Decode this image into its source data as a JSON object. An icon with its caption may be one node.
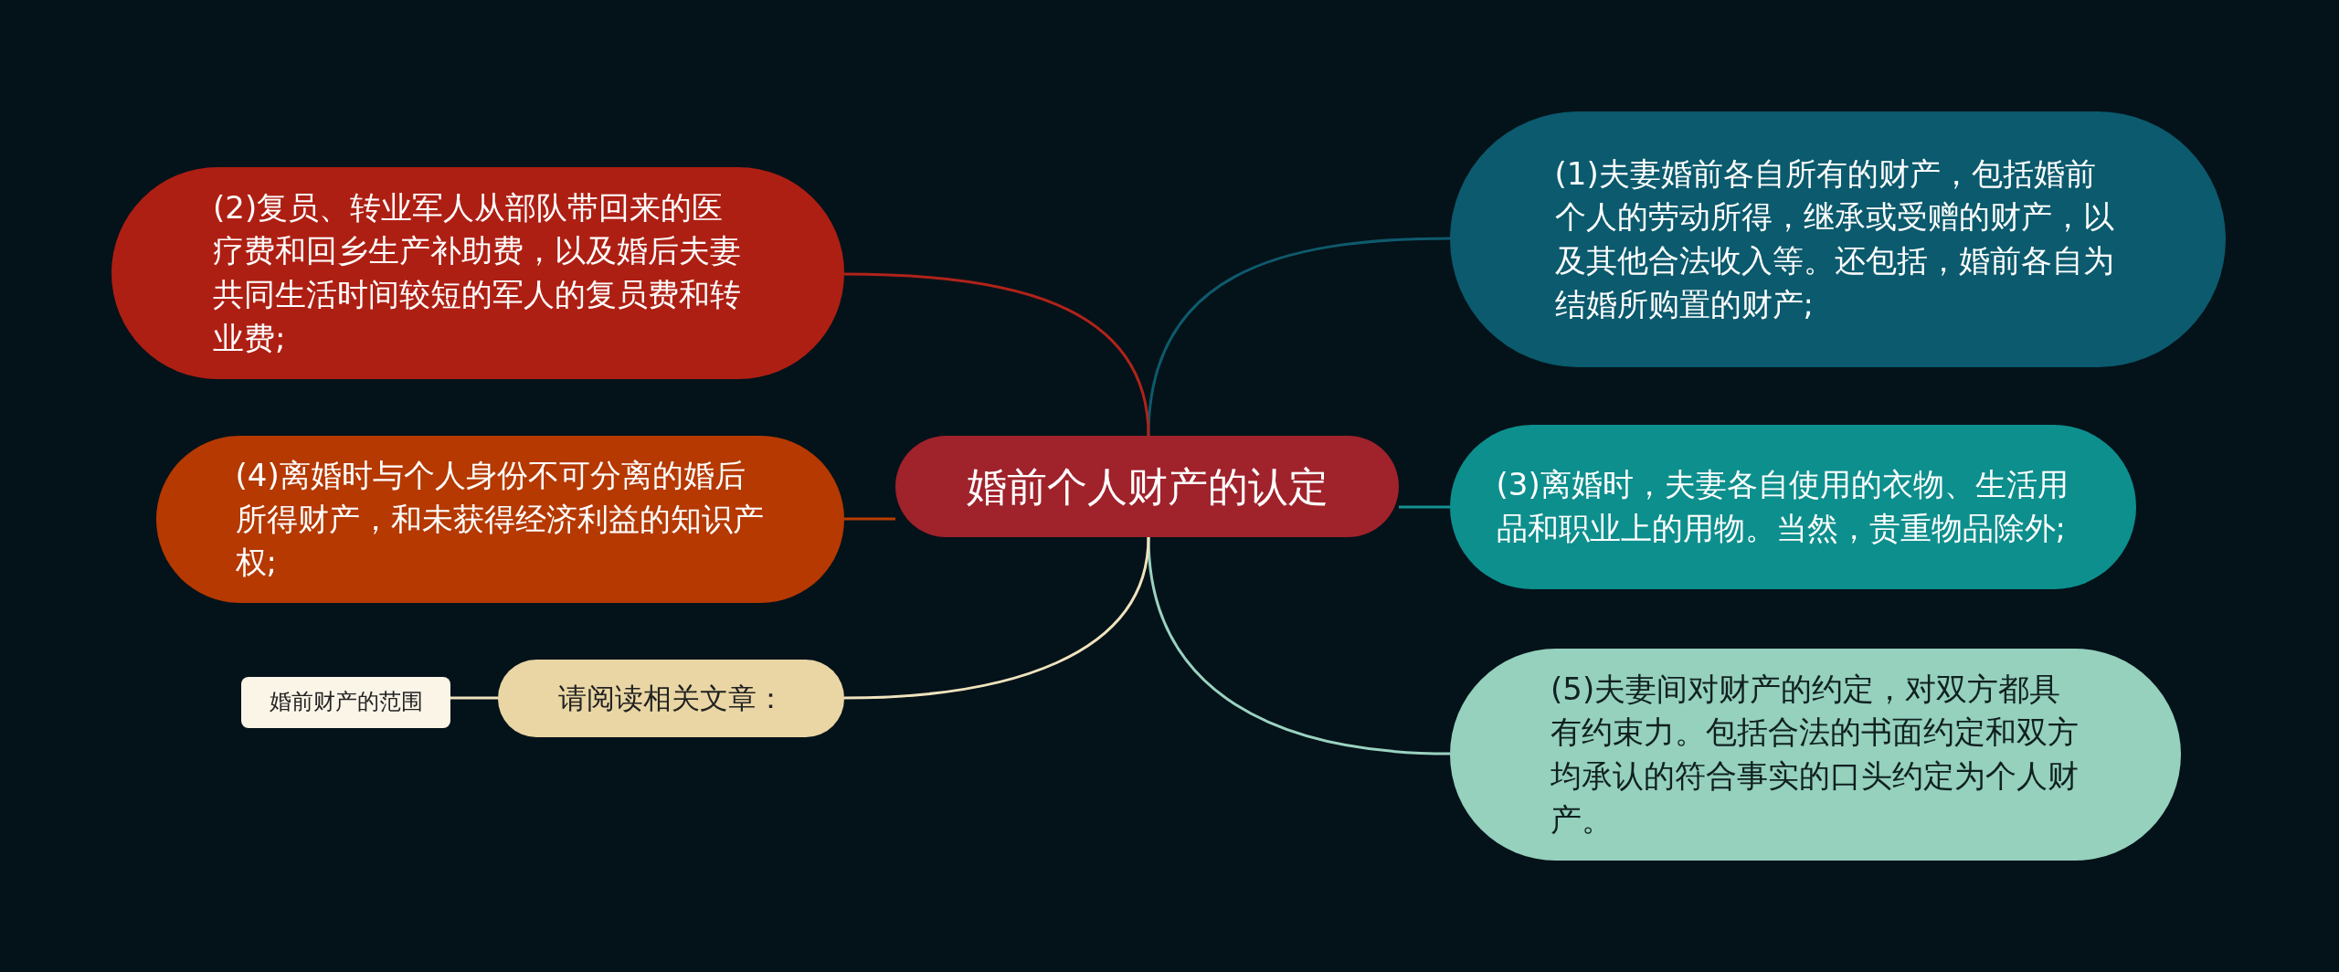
{
  "diagram": {
    "nodes": [
      {
        "text": [
          "婚前个人财产的认定"
        ]
      },
      {
        "text": [
          "(1)夫妻婚前各自所有的财产，包括婚前个人的劳动所得，继承或受赠的财产，以及其他合法收入等。还包括，婚前各自为结婚所购置的财产;"
        ]
      },
      {
        "text": [
          "(2)复员、转业军人从部队带回来的医疗费和回乡生产补助费，以及婚后夫妻共同生活时间较短的军人的复员费和转业费;"
        ]
      },
      {
        "text": [
          "(3)离婚时，夫妻各自使用的衣物、生活用品和职业上的用物。当然，贵重物品除外;"
        ]
      },
      {
        "text": [
          "(4)离婚时与个人身份不可分离的婚后所得财产，和未获得经济利益的知识产权;"
        ]
      },
      {
        "text": [
          "(5)夫妻间对财产的约定，对双方都具有约束力。包括合法的书面约定和双方均承认的符合事实的口头约定为个人财产。"
        ]
      },
      {
        "text": [
          "请阅读相关文章："
        ]
      },
      {
        "text": [
          "婚前财产的范围"
        ]
      }
    ],
    "edges": [
      {
        "from": 0,
        "to": 1,
        "arrow": "none",
        "color": "#0e5a6c"
      },
      {
        "from": 0,
        "to": 2,
        "arrow": "none",
        "color": "#b0231a"
      },
      {
        "from": 0,
        "to": 3,
        "arrow": "none",
        "color": "#12908f"
      },
      {
        "from": 0,
        "to": 4,
        "arrow": "none",
        "color": "#b83c00"
      },
      {
        "from": 0,
        "to": 5,
        "arrow": "none",
        "color": "#9ad3c0"
      },
      {
        "from": 0,
        "to": 6,
        "arrow": "none",
        "color": "#efe3bd"
      },
      {
        "from": 6,
        "to": 7,
        "arrow": "none",
        "color": "#efe3bd"
      }
    ]
  }
}
